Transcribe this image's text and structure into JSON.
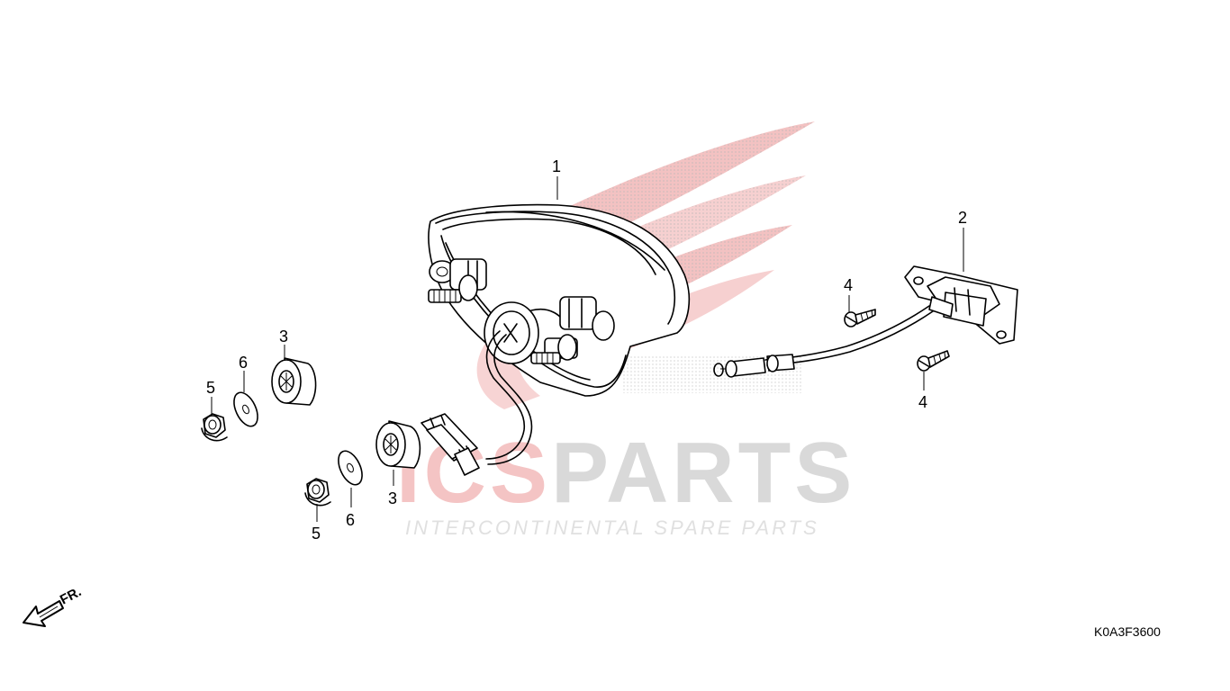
{
  "watermark": {
    "brand_prefix": "ICS",
    "brand_suffix": "PARTS",
    "tagline": "INTERCONTINENTAL SPARE PARTS",
    "accent_color": "#e23b3b",
    "wing_color": "#f2b8b8"
  },
  "callouts": {
    "tail_light": "1",
    "license_light": "2",
    "rubber_a": "3",
    "rubber_b": "3",
    "screw_upper": "4",
    "screw_lower": "4",
    "nut_a": "5",
    "nut_b": "5",
    "washer_a": "6",
    "washer_b": "6"
  },
  "front_marker": "FR.",
  "diagram_code": "K0A3F3600",
  "icons": [
    "front-arrow-icon",
    "honda-wing-icon"
  ]
}
